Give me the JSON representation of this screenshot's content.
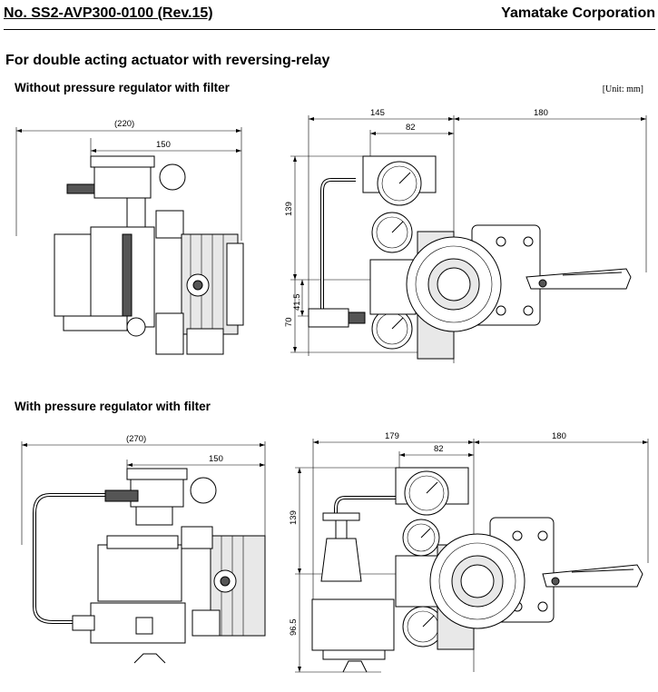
{
  "header": {
    "doc_number": "No. SS2-AVP300-0100 (Rev.15)",
    "company": "Yamatake Corporation"
  },
  "title": "For double acting actuator with reversing-relay",
  "unit_note": "[Unit: mm]",
  "section1": {
    "heading": "Without pressure regulator with filter",
    "side_view": {
      "overall": "(220)",
      "width": "150"
    },
    "front_view": {
      "width_left": "145",
      "width_gauge": "82",
      "width_right": "180",
      "height_top": "139",
      "height_mid": "41.5",
      "height_bottom": "70"
    }
  },
  "section2": {
    "heading": "With pressure regulator with filter",
    "side_view": {
      "overall": "(270)",
      "width": "150"
    },
    "front_view": {
      "width_left": "179",
      "width_gauge": "82",
      "width_right": "180",
      "height_top": "139",
      "height_bottom": "96.5"
    }
  }
}
